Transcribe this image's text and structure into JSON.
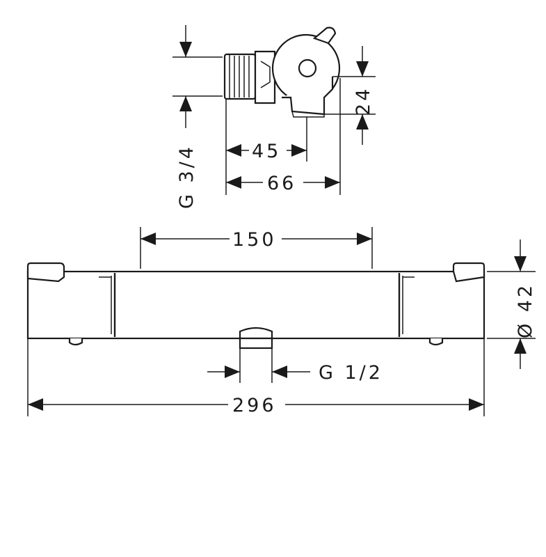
{
  "dimensions": {
    "side_view": {
      "thread_inlet": "G 3/4",
      "depth_to_outlet": "45",
      "total_depth": "66",
      "outlet_offset": "24"
    },
    "front_view": {
      "center_distance": "150",
      "overall_length": "296",
      "diameter": "Ø 42",
      "outlet_thread": "G 1/2"
    }
  }
}
